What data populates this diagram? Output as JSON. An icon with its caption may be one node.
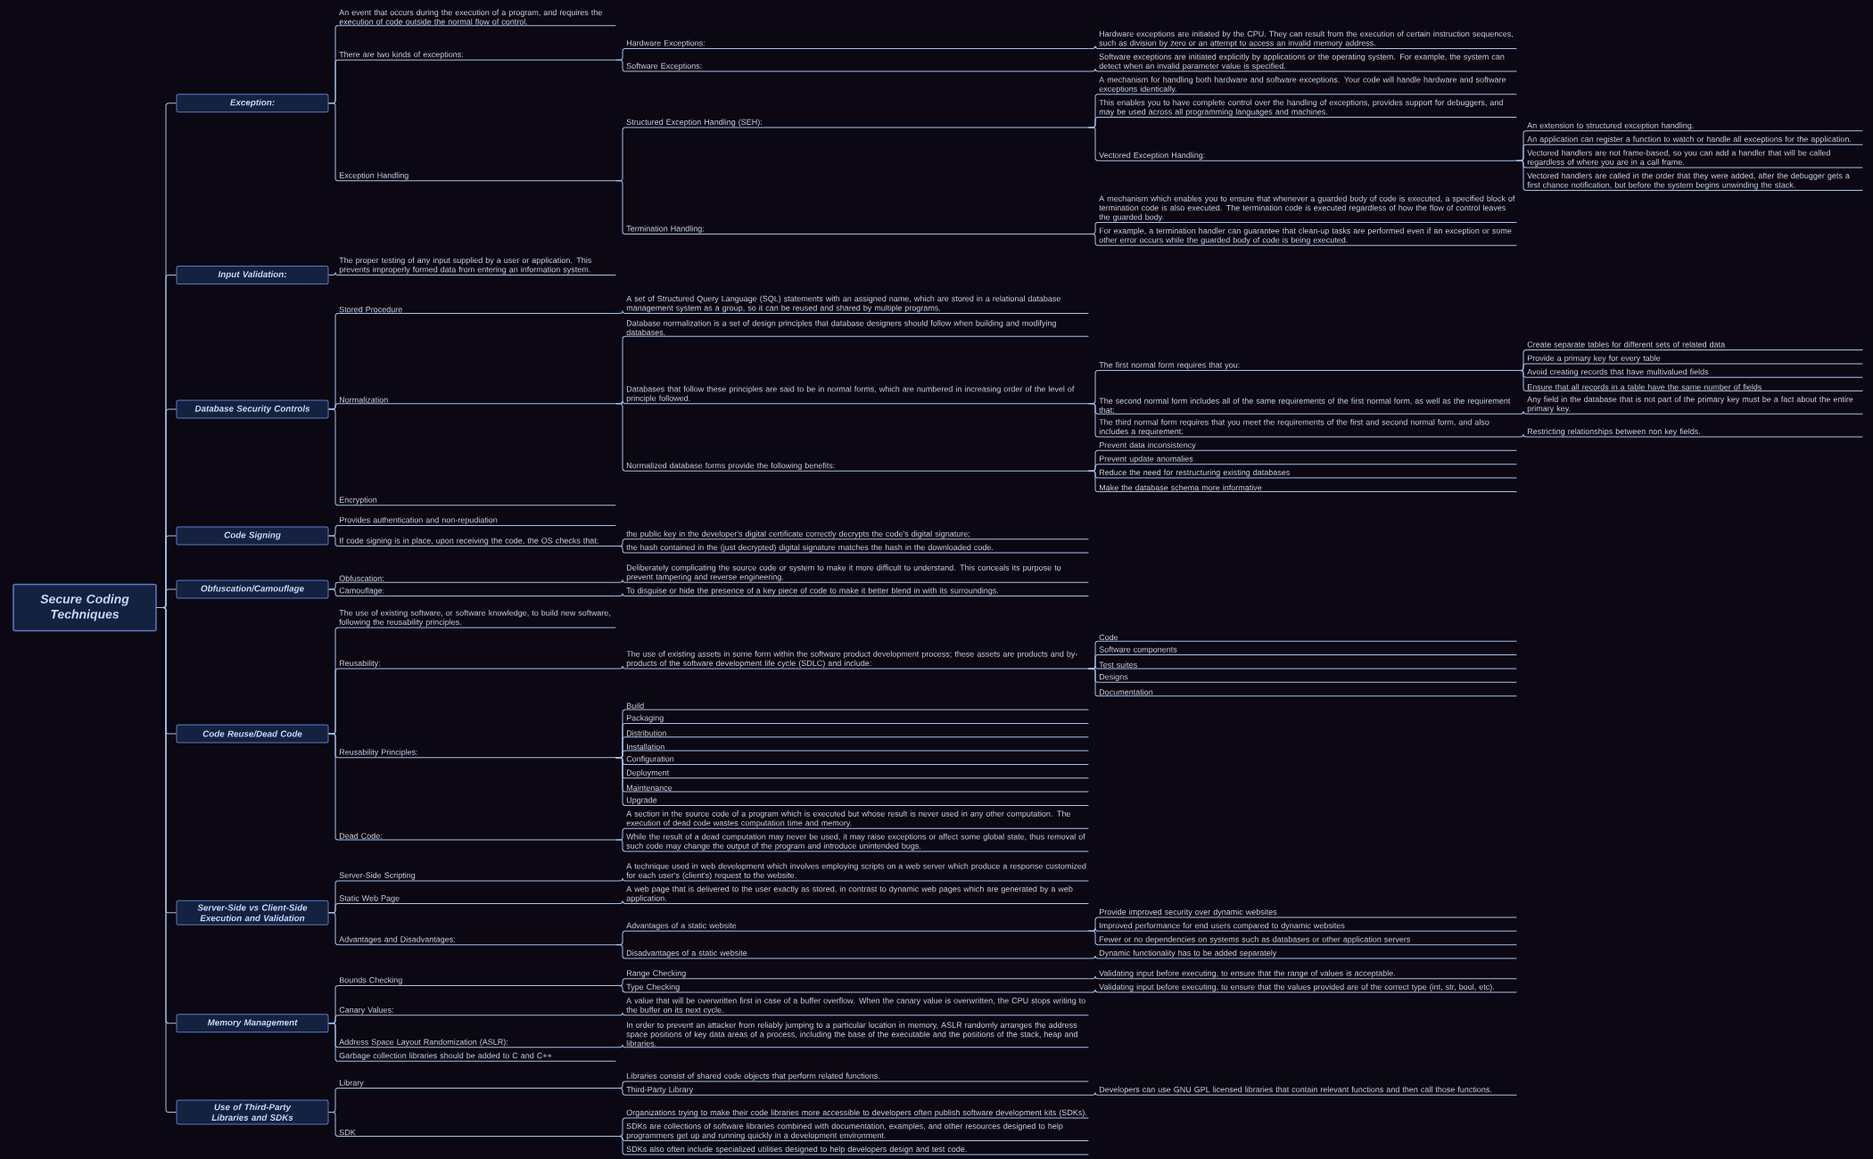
{
  "diagram": {
    "nodes": [
      {
        "text": [
          "Secure Coding Techniques"
        ]
      },
      {
        "text": [
          "Exception:"
        ]
      },
      {
        "text": [
          "An event that occurs during the execution of a program, and requires the execution of code outside the normal flow of control."
        ]
      },
      {
        "text": [
          "There are two kinds of exceptions:"
        ]
      },
      {
        "text": [
          "Hardware Exceptions:"
        ]
      },
      {
        "text": [
          "Hardware exceptions are initiated by the CPU. They can result from the execution of certain instruction sequences, such as division by zero or an attempt to access an invalid memory address."
        ]
      },
      {
        "text": [
          "Software Exceptions:"
        ]
      },
      {
        "text": [
          "Software exceptions are initiated explicitly by applications or the operating system. For example, the system can detect when an invalid parameter value is specified."
        ]
      },
      {
        "text": [
          "Exception Handling"
        ]
      },
      {
        "text": [
          "Structured Exception Handling (SEH):"
        ]
      },
      {
        "text": [
          "A mechanism for handling both hardware and software exceptions. Your code will handle hardware and software exceptions identically."
        ]
      },
      {
        "text": [
          "This enables you to have complete control over the handling of exceptions, provides support for debuggers, and may be used across all programming languages and machines."
        ]
      },
      {
        "text": [
          "Vectored Exception Handling:"
        ]
      },
      {
        "text": [
          "An extension to structured exception handling."
        ]
      },
      {
        "text": [
          "An application can register a function to watch or handle all exceptions for the application."
        ]
      },
      {
        "text": [
          "Vectored handlers are not frame-based, so you can add a handler that will be called regardless of where you are in a call frame."
        ]
      },
      {
        "text": [
          "Vectored handlers are called in the order that they were added, after the debugger gets a first chance notification, but before the system begins unwinding the stack."
        ]
      },
      {
        "text": [
          "Termination Handling:"
        ]
      },
      {
        "text": [
          "A mechanism which enables you to ensure that whenever a guarded body of code is executed, a specified block of termination code is also executed. The termination code is executed regardless of how the flow of control leaves the guarded body."
        ]
      },
      {
        "text": [
          "For example, a termination handler can guarantee that clean-up tasks are performed even if an exception or some other error occurs while the guarded body of code is being executed."
        ]
      },
      {
        "text": [
          "Input Validation:"
        ]
      },
      {
        "text": [
          "The proper testing of any input supplied by a user or application. This prevents improperly formed data from entering an information system."
        ]
      },
      {
        "text": [
          "Database Security Controls"
        ]
      },
      {
        "text": [
          "Stored Procedure"
        ]
      },
      {
        "text": [
          "A set of Structured Query Language (SQL) statements with an assigned name, which are stored in a relational database management system as a group, so it can be reused and shared by multiple programs."
        ]
      },
      {
        "text": [
          "Normalization"
        ]
      },
      {
        "text": [
          "Database normalization is a set of design principles that database designers should follow when building and modifying databases."
        ]
      },
      {
        "text": [
          "Databases that follow these principles are said to be in normal forms, which are numbered in increasing order of the level of principle followed."
        ]
      },
      {
        "text": [
          "The first normal form requires that you:"
        ]
      },
      {
        "text": [
          "Create separate tables for different sets of related data"
        ]
      },
      {
        "text": [
          "Provide a primary key for every table"
        ]
      },
      {
        "text": [
          "Avoid creating records that have multivalued fields"
        ]
      },
      {
        "text": [
          "Ensure that all records in a table have the same number of fields"
        ]
      },
      {
        "text": [
          "The second normal form includes all of the same requirements of the first normal form, as well as the requirement that:"
        ]
      },
      {
        "text": [
          "Any field in the database that is not part of the primary key must be a fact about the entire primary key."
        ]
      },
      {
        "text": [
          "The third normal form requires that you meet the requirements of the first and second normal form, and also includes a requirement:"
        ]
      },
      {
        "text": [
          "Restricting relationships between non key fields."
        ]
      },
      {
        "text": [
          "Normalized database forms provide the following benefits:"
        ]
      },
      {
        "text": [
          "Prevent data inconsistency"
        ]
      },
      {
        "text": [
          "Prevent update anomalies"
        ]
      },
      {
        "text": [
          "Reduce the need for restructuring existing databases"
        ]
      },
      {
        "text": [
          "Make the database schema more informative"
        ]
      },
      {
        "text": [
          "Encryption"
        ]
      },
      {
        "text": [
          "Code Signing"
        ]
      },
      {
        "text": [
          "Provides authentication and non-repudiation"
        ]
      },
      {
        "text": [
          "If code signing is in place, upon receiving the code, the OS checks that:"
        ]
      },
      {
        "text": [
          "the public key in the developer's digital certificate correctly decrypts the code's digital signature;"
        ]
      },
      {
        "text": [
          "the hash contained in the (just decrypted) digital signature matches the hash in the downloaded code."
        ]
      },
      {
        "text": [
          "Obfuscation/Camouflage"
        ]
      },
      {
        "text": [
          "Obfuscation:"
        ]
      },
      {
        "text": [
          "Deliberately complicating the source code or system to make it more difficult to understand. This conceals its purpose to prevent tampering and reverse engineering."
        ]
      },
      {
        "text": [
          "Camouflage:"
        ]
      },
      {
        "text": [
          "To disguise or hide the presence of a key piece of code to make it better blend in with its surroundings."
        ]
      },
      {
        "text": [
          "Code Reuse/Dead Code"
        ]
      },
      {
        "text": [
          "The use of existing software, or software knowledge, to build new software, following the reusability principles."
        ]
      },
      {
        "text": [
          "Reusability:"
        ]
      },
      {
        "text": [
          "The use of existing assets in some form within the software product development process; these assets are products and by-products of the software development life cycle (SDLC) and include:"
        ]
      },
      {
        "text": [
          "Code"
        ]
      },
      {
        "text": [
          "Software components"
        ]
      },
      {
        "text": [
          "Test suites"
        ]
      },
      {
        "text": [
          "Designs"
        ]
      },
      {
        "text": [
          "Documentation"
        ]
      },
      {
        "text": [
          "Reusability Principles:"
        ]
      },
      {
        "text": [
          "Build"
        ]
      },
      {
        "text": [
          "Packaging"
        ]
      },
      {
        "text": [
          "Distribution"
        ]
      },
      {
        "text": [
          "Installation"
        ]
      },
      {
        "text": [
          "Configuration"
        ]
      },
      {
        "text": [
          "Deployment"
        ]
      },
      {
        "text": [
          "Maintenance"
        ]
      },
      {
        "text": [
          "Upgrade"
        ]
      },
      {
        "text": [
          "Dead Code:"
        ]
      },
      {
        "text": [
          "A section in the source code of a program which is executed but whose result is never used in any other computation. The execution of dead code wastes computation time and memory."
        ]
      },
      {
        "text": [
          "While the result of a dead computation may never be used, it may raise exceptions or affect some global state, thus removal of such code may change the output of the program and introduce unintended bugs."
        ]
      },
      {
        "text": [
          "Server-Side vs Client-Side Execution and Validation"
        ]
      },
      {
        "text": [
          "Server-Side Scripting"
        ]
      },
      {
        "text": [
          "A technique used in web development which involves employing scripts on a web server which produce a response customized for each user's (client's) request to the website."
        ]
      },
      {
        "text": [
          "Static Web Page"
        ]
      },
      {
        "text": [
          "A web page that is delivered to the user exactly as stored, in contrast to dynamic web pages which are generated by a web application."
        ]
      },
      {
        "text": [
          "Advantages and Disadvantages:"
        ]
      },
      {
        "text": [
          "Advantages of a static website"
        ]
      },
      {
        "text": [
          "Provide improved security over dynamic websites"
        ]
      },
      {
        "text": [
          "Improved performance for end users compared to dynamic websites"
        ]
      },
      {
        "text": [
          "Fewer or no dependencies on systems such as databases or other application servers"
        ]
      },
      {
        "text": [
          "Disadvantages of a static website"
        ]
      },
      {
        "text": [
          "Dynamic functionality has to be added separately"
        ]
      },
      {
        "text": [
          "Memory Management"
        ]
      },
      {
        "text": [
          "Bounds Checking"
        ]
      },
      {
        "text": [
          "Range Checking"
        ]
      },
      {
        "text": [
          "Validating input before executing, to ensure that the range of values is acceptable."
        ]
      },
      {
        "text": [
          "Type Checking"
        ]
      },
      {
        "text": [
          "Validating input before executing, to ensure that the values provided are of the correct type (int, str, bool, etc)."
        ]
      },
      {
        "text": [
          "Canary Values:"
        ]
      },
      {
        "text": [
          "A value that will be overwritten first in case of a buffer overflow. When the canary value is overwritten, the CPU stops writing to the buffer on its next cycle."
        ]
      },
      {
        "text": [
          "Address Space Layout Randomization (ASLR):"
        ]
      },
      {
        "text": [
          "In order to prevent an attacker from reliably jumping to a particular location in memory, ASLR randomly arranges the address space positions of key data areas of a process, including the base of the executable and the positions of the stack, heap and libraries."
        ]
      },
      {
        "text": [
          "Garbage collection libraries should be added to C and C++"
        ]
      },
      {
        "text": [
          "Use of Third-Party Libraries and SDKs"
        ]
      },
      {
        "text": [
          "Library"
        ]
      },
      {
        "text": [
          "Libraries consist of shared code objects that perform related functions."
        ]
      },
      {
        "text": [
          "Third-Party Library"
        ]
      },
      {
        "text": [
          "Developers can use GNU GPL licensed libraries that contain relevant functions and then call those functions."
        ]
      },
      {
        "text": [
          "SDK"
        ]
      },
      {
        "text": [
          "Organizations trying to make their code libraries more accessible to developers often publish software development kits (SDKs)."
        ]
      },
      {
        "text": [
          "SDKs are collections of software libraries combined with documentation, examples, and other resources designed to help programmers get up and running quickly in a development environment."
        ]
      },
      {
        "text": [
          "SDKs also often include specialized utilities designed to help developers design and test code."
        ]
      }
    ],
    "edges": [
      {
        "from": 0,
        "to": 1,
        "arrow": "none"
      },
      {
        "from": 1,
        "to": 2,
        "arrow": "none"
      },
      {
        "from": 1,
        "to": 3,
        "arrow": "none"
      },
      {
        "from": 3,
        "to": 4,
        "arrow": "none"
      },
      {
        "from": 4,
        "to": 5,
        "arrow": "none"
      },
      {
        "from": 3,
        "to": 6,
        "arrow": "none"
      },
      {
        "from": 6,
        "to": 7,
        "arrow": "none"
      },
      {
        "from": 1,
        "to": 8,
        "arrow": "none"
      },
      {
        "from": 8,
        "to": 9,
        "arrow": "none"
      },
      {
        "from": 9,
        "to": 10,
        "arrow": "none"
      },
      {
        "from": 9,
        "to": 11,
        "arrow": "none"
      },
      {
        "from": 9,
        "to": 12,
        "arrow": "none"
      },
      {
        "from": 12,
        "to": 13,
        "arrow": "none"
      },
      {
        "from": 12,
        "to": 14,
        "arrow": "none"
      },
      {
        "from": 12,
        "to": 15,
        "arrow": "none"
      },
      {
        "from": 12,
        "to": 16,
        "arrow": "none"
      },
      {
        "from": 8,
        "to": 17,
        "arrow": "none"
      },
      {
        "from": 17,
        "to": 18,
        "arrow": "none"
      },
      {
        "from": 17,
        "to": 19,
        "arrow": "none"
      },
      {
        "from": 0,
        "to": 20,
        "arrow": "none"
      },
      {
        "from": 20,
        "to": 21,
        "arrow": "none"
      },
      {
        "from": 0,
        "to": 22,
        "arrow": "none"
      },
      {
        "from": 22,
        "to": 23,
        "arrow": "none"
      },
      {
        "from": 23,
        "to": 24,
        "arrow": "none"
      },
      {
        "from": 22,
        "to": 25,
        "arrow": "none"
      },
      {
        "from": 25,
        "to": 26,
        "arrow": "none"
      },
      {
        "from": 25,
        "to": 27,
        "arrow": "none"
      },
      {
        "from": 27,
        "to": 28,
        "arrow": "none"
      },
      {
        "from": 28,
        "to": 29,
        "arrow": "none"
      },
      {
        "from": 28,
        "to": 30,
        "arrow": "none"
      },
      {
        "from": 28,
        "to": 31,
        "arrow": "none"
      },
      {
        "from": 28,
        "to": 32,
        "arrow": "none"
      },
      {
        "from": 27,
        "to": 33,
        "arrow": "none"
      },
      {
        "from": 33,
        "to": 34,
        "arrow": "none"
      },
      {
        "from": 27,
        "to": 35,
        "arrow": "none"
      },
      {
        "from": 35,
        "to": 36,
        "arrow": "none"
      },
      {
        "from": 25,
        "to": 37,
        "arrow": "none"
      },
      {
        "from": 37,
        "to": 38,
        "arrow": "none"
      },
      {
        "from": 37,
        "to": 39,
        "arrow": "none"
      },
      {
        "from": 37,
        "to": 40,
        "arrow": "none"
      },
      {
        "from": 37,
        "to": 41,
        "arrow": "none"
      },
      {
        "from": 22,
        "to": 42,
        "arrow": "none"
      },
      {
        "from": 0,
        "to": 43,
        "arrow": "none"
      },
      {
        "from": 43,
        "to": 44,
        "arrow": "none"
      },
      {
        "from": 43,
        "to": 45,
        "arrow": "none"
      },
      {
        "from": 45,
        "to": 46,
        "arrow": "none"
      },
      {
        "from": 45,
        "to": 47,
        "arrow": "none"
      },
      {
        "from": 0,
        "to": 48,
        "arrow": "none"
      },
      {
        "from": 48,
        "to": 49,
        "arrow": "none"
      },
      {
        "from": 49,
        "to": 50,
        "arrow": "none"
      },
      {
        "from": 48,
        "to": 51,
        "arrow": "none"
      },
      {
        "from": 51,
        "to": 52,
        "arrow": "none"
      },
      {
        "from": 0,
        "to": 53,
        "arrow": "none"
      },
      {
        "from": 53,
        "to": 54,
        "arrow": "none"
      },
      {
        "from": 53,
        "to": 55,
        "arrow": "none"
      },
      {
        "from": 55,
        "to": 56,
        "arrow": "none"
      },
      {
        "from": 56,
        "to": 57,
        "arrow": "none"
      },
      {
        "from": 56,
        "to": 58,
        "arrow": "none"
      },
      {
        "from": 56,
        "to": 59,
        "arrow": "none"
      },
      {
        "from": 56,
        "to": 60,
        "arrow": "none"
      },
      {
        "from": 56,
        "to": 61,
        "arrow": "none"
      },
      {
        "from": 53,
        "to": 62,
        "arrow": "none"
      },
      {
        "from": 62,
        "to": 63,
        "arrow": "none"
      },
      {
        "from": 62,
        "to": 64,
        "arrow": "none"
      },
      {
        "from": 62,
        "to": 65,
        "arrow": "none"
      },
      {
        "from": 62,
        "to": 66,
        "arrow": "none"
      },
      {
        "from": 62,
        "to": 67,
        "arrow": "none"
      },
      {
        "from": 62,
        "to": 68,
        "arrow": "none"
      },
      {
        "from": 62,
        "to": 69,
        "arrow": "none"
      },
      {
        "from": 62,
        "to": 70,
        "arrow": "none"
      },
      {
        "from": 53,
        "to": 71,
        "arrow": "none"
      },
      {
        "from": 71,
        "to": 72,
        "arrow": "none"
      },
      {
        "from": 71,
        "to": 73,
        "arrow": "none"
      },
      {
        "from": 0,
        "to": 74,
        "arrow": "none"
      },
      {
        "from": 74,
        "to": 75,
        "arrow": "none"
      },
      {
        "from": 75,
        "to": 76,
        "arrow": "none"
      },
      {
        "from": 74,
        "to": 77,
        "arrow": "none"
      },
      {
        "from": 77,
        "to": 78,
        "arrow": "none"
      },
      {
        "from": 74,
        "to": 79,
        "arrow": "none"
      },
      {
        "from": 79,
        "to": 80,
        "arrow": "none"
      },
      {
        "from": 80,
        "to": 81,
        "arrow": "none"
      },
      {
        "from": 80,
        "to": 82,
        "arrow": "none"
      },
      {
        "from": 80,
        "to": 83,
        "arrow": "none"
      },
      {
        "from": 79,
        "to": 84,
        "arrow": "none"
      },
      {
        "from": 84,
        "to": 85,
        "arrow": "none"
      },
      {
        "from": 0,
        "to": 86,
        "arrow": "none"
      },
      {
        "from": 86,
        "to": 87,
        "arrow": "none"
      },
      {
        "from": 87,
        "to": 88,
        "arrow": "none"
      },
      {
        "from": 88,
        "to": 89,
        "arrow": "none"
      },
      {
        "from": 87,
        "to": 90,
        "arrow": "none"
      },
      {
        "from": 90,
        "to": 91,
        "arrow": "none"
      },
      {
        "from": 86,
        "to": 92,
        "arrow": "none"
      },
      {
        "from": 92,
        "to": 93,
        "arrow": "none"
      },
      {
        "from": 86,
        "to": 94,
        "arrow": "none"
      },
      {
        "from": 94,
        "to": 95,
        "arrow": "none"
      },
      {
        "from": 86,
        "to": 96,
        "arrow": "none"
      },
      {
        "from": 0,
        "to": 97,
        "arrow": "none"
      },
      {
        "from": 97,
        "to": 98,
        "arrow": "none"
      },
      {
        "from": 98,
        "to": 99,
        "arrow": "none"
      },
      {
        "from": 98,
        "to": 100,
        "arrow": "none"
      },
      {
        "from": 100,
        "to": 101,
        "arrow": "none"
      },
      {
        "from": 97,
        "to": 102,
        "arrow": "none"
      },
      {
        "from": 102,
        "to": 103,
        "arrow": "none"
      },
      {
        "from": 102,
        "to": 104,
        "arrow": "none"
      },
      {
        "from": 102,
        "to": 105,
        "arrow": "none"
      }
    ]
  }
}
